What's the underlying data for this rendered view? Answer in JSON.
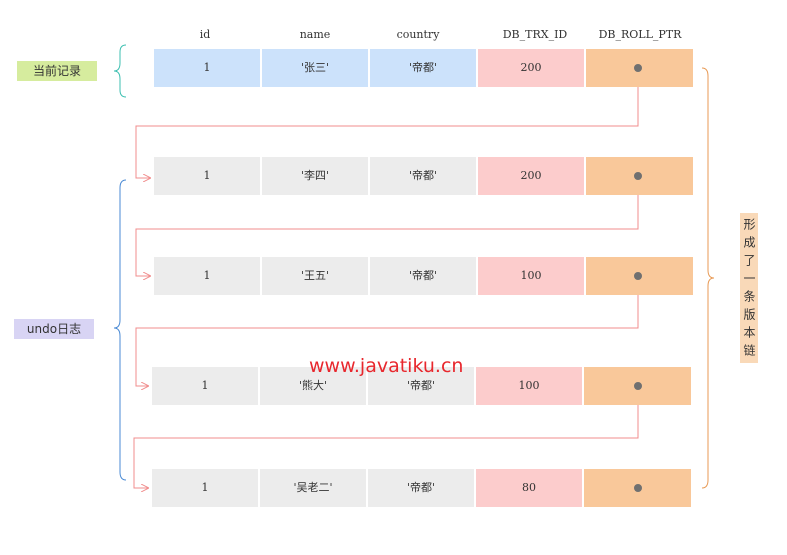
{
  "headers": [
    "id",
    "name",
    "country",
    "DB_TRX_ID",
    "DB_ROLL_PTR"
  ],
  "current_label": "当前记录",
  "undo_label": "undo日志",
  "chain_label": "形成了一条版本链",
  "watermark": "www.javatiku.cn",
  "rows": [
    {
      "id": "1",
      "name": "'张三'",
      "country": "'帝都'",
      "trx": "200"
    },
    {
      "id": "1",
      "name": "'李四'",
      "country": "'帝都'",
      "trx": "200"
    },
    {
      "id": "1",
      "name": "'王五'",
      "country": "'帝都'",
      "trx": "100"
    },
    {
      "id": "1",
      "name": "'熊大'",
      "country": "'帝都'",
      "trx": "100"
    },
    {
      "id": "1",
      "name": "'吴老二'",
      "country": "'帝都'",
      "trx": "80"
    }
  ],
  "colors": {
    "current_row": "#cce2fb",
    "undo_row": "#ececec",
    "trx_cell": "#fccccc",
    "ptr_cell": "#f9c89a",
    "current_label_bg": "#d6ec9e",
    "undo_label_bg": "#d8d4f4",
    "arrow": "#f08c8c"
  }
}
